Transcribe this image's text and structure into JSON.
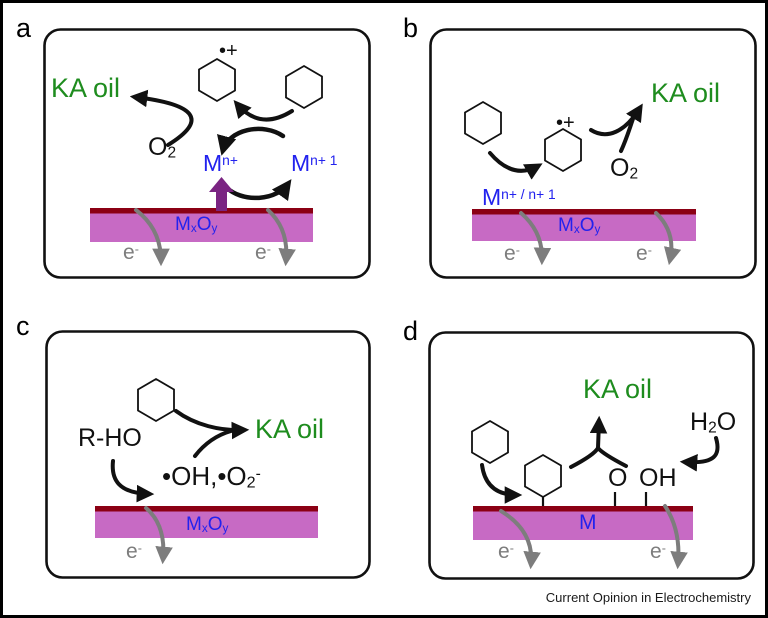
{
  "caption": "Current Opinion in Electrochemistry",
  "colors": {
    "product_green": "#1e8c1e",
    "metal_blue": "#2222ee",
    "oxide_slab_magenta": "#c76ac4",
    "surface_layer_dark_red": "#8b0014",
    "electron_gray": "#7d7d7d",
    "lattice_oxygen_arrow_purple": "#7a2482"
  },
  "shared": {
    "ka_oil": "KA oil",
    "radical_mark": "•+",
    "o2": {
      "base": "O",
      "sub": "2"
    },
    "electron": {
      "base": "e",
      "sup": "-"
    },
    "mxoy": {
      "m": "M",
      "x": "x",
      "o": "O",
      "y": "y"
    }
  },
  "panel_a": {
    "label": "a",
    "m_ox": {
      "base": "M",
      "sup": "n+"
    },
    "m_ox1": {
      "base": "M",
      "sup": "n+ 1"
    }
  },
  "panel_b": {
    "label": "b",
    "m_redox": {
      "base": "M",
      "sup": "n+ / n+ 1"
    }
  },
  "panel_c": {
    "label": "c",
    "reductant": "R-HO",
    "radicals": {
      "base": "•OH,•O",
      "sub": "2",
      "sup": "-"
    }
  },
  "panel_d": {
    "label": "d",
    "water": {
      "h": "H",
      "sub": "2",
      "o": "O"
    },
    "oxo": "O",
    "hydroxo": "OH",
    "metal": "M"
  }
}
